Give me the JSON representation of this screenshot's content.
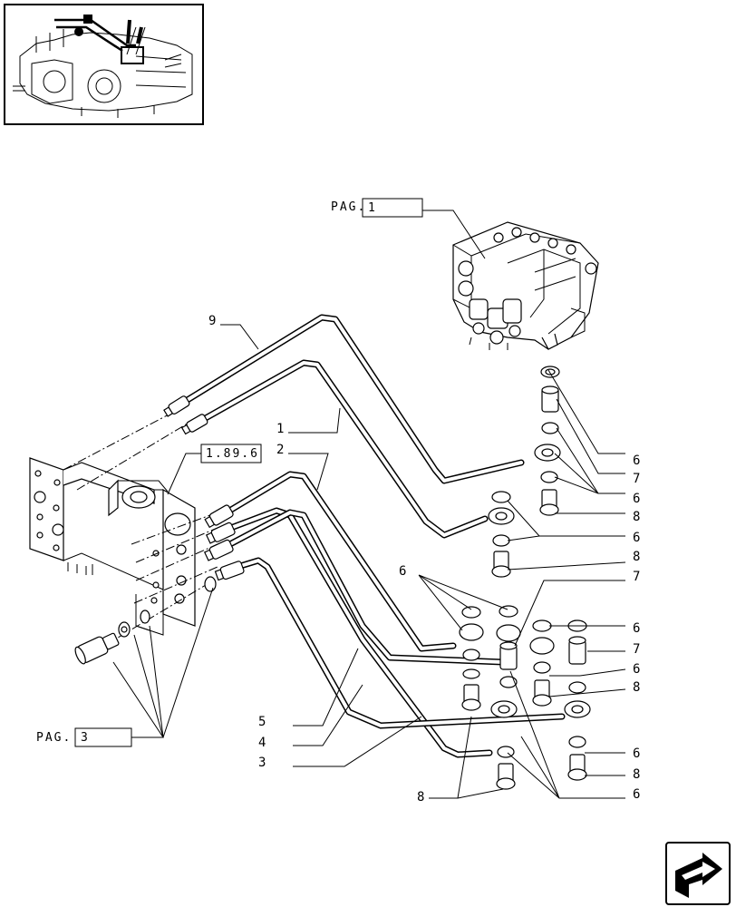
{
  "references": {
    "pag1": {
      "prefix": "PAG.",
      "value": "1"
    },
    "ref189": {
      "value": "1.89.6"
    },
    "pag3": {
      "prefix": "PAG.",
      "value": "3"
    }
  },
  "callouts": {
    "n9": "9",
    "n1": "1",
    "n2": "2",
    "n6a": "6",
    "n6b": "6",
    "n7a": "7",
    "n8a": "8",
    "n6c": "6",
    "n8b": "8",
    "n6d": "6",
    "n7b": "7",
    "n6e": "6",
    "n7c": "7",
    "n6f": "6",
    "n8c": "8",
    "n5": "5",
    "n4": "4",
    "n3": "3",
    "n6g": "6",
    "n8d": "8",
    "n8e": "8",
    "n6h": "6"
  },
  "icons": {
    "thumbnail": "tractor-location-thumbnail",
    "nav": "next-page-arrow-icon"
  }
}
